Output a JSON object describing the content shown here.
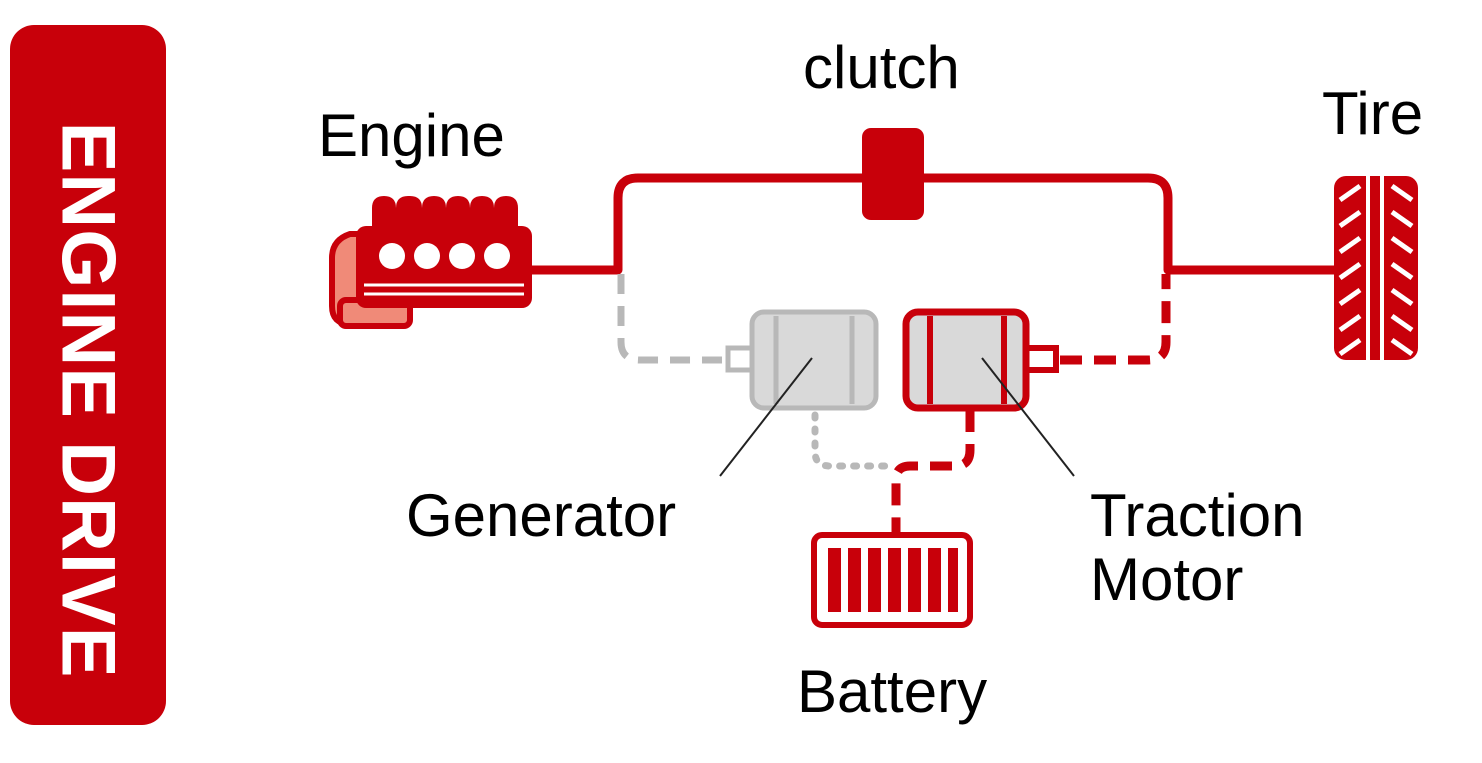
{
  "mode": {
    "title": "ENGINE DRIVE"
  },
  "labels": {
    "engine": "Engine",
    "clutch": "clutch",
    "tire": "Tire",
    "generator": "Generator",
    "traction_motor_line1": "Traction",
    "traction_motor_line2": "Motor",
    "battery": "Battery"
  },
  "colors": {
    "active": "#c8000a",
    "engine_light": "#f08a78",
    "inactive": "#b8b8b8",
    "inactive_fill": "#d9d9d9",
    "text": "#000000",
    "banner_text": "#ffffff"
  },
  "components": [
    {
      "name": "Engine",
      "state": "active"
    },
    {
      "name": "clutch",
      "state": "engaged"
    },
    {
      "name": "Tire",
      "state": "active"
    },
    {
      "name": "Generator",
      "state": "inactive"
    },
    {
      "name": "Traction Motor",
      "state": "active"
    },
    {
      "name": "Battery",
      "state": "active"
    }
  ]
}
